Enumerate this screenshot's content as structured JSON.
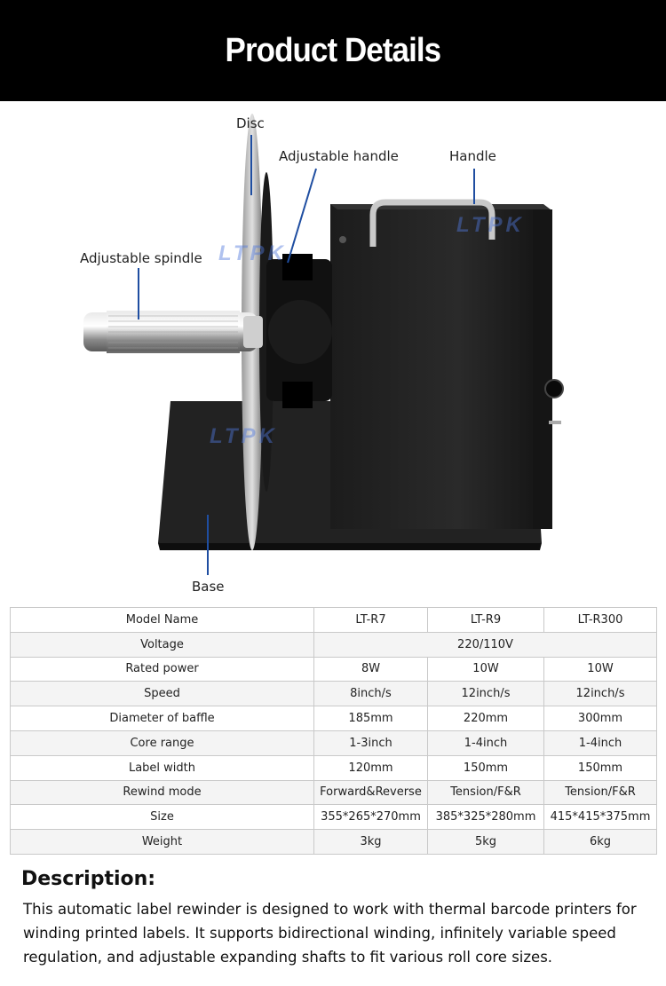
{
  "header": {
    "title": "Product Details"
  },
  "watermark": "LTPK",
  "callouts": {
    "disc": "Disc",
    "adjustable_handle": "Adjustable handle",
    "handle": "Handle",
    "adjustable_spindle": "Adjustable spindle",
    "base": "Base"
  },
  "specs": {
    "header": [
      "Model Name",
      "LT-R7",
      "LT-R9",
      "LT-R300"
    ],
    "voltage": {
      "label": "Voltage",
      "value": "220/110V"
    },
    "rows": [
      [
        "Rated power",
        "8W",
        "10W",
        "10W"
      ],
      [
        "Speed",
        "8inch/s",
        "12inch/s",
        "12inch/s"
      ],
      [
        "Diameter of baffle",
        "185mm",
        "220mm",
        "300mm"
      ],
      [
        "Core range",
        "1-3inch",
        "1-4inch",
        "1-4inch"
      ],
      [
        "Label width",
        "120mm",
        "150mm",
        "150mm"
      ],
      [
        "Rewind mode",
        "Forward&Reverse",
        "Tension/F&R",
        "Tension/F&R"
      ],
      [
        "Size",
        "355*265*270mm",
        "385*325*280mm",
        "415*415*375mm"
      ],
      [
        "Weight",
        "3kg",
        "5kg",
        "6kg"
      ]
    ]
  },
  "description": {
    "title": "Description:",
    "body": "This automatic label rewinder is designed to work with thermal barcode printers for winding printed labels. It supports bidirectional winding, infinitely variable speed regulation, and adjustable expanding shafts to fit various roll core sizes."
  }
}
